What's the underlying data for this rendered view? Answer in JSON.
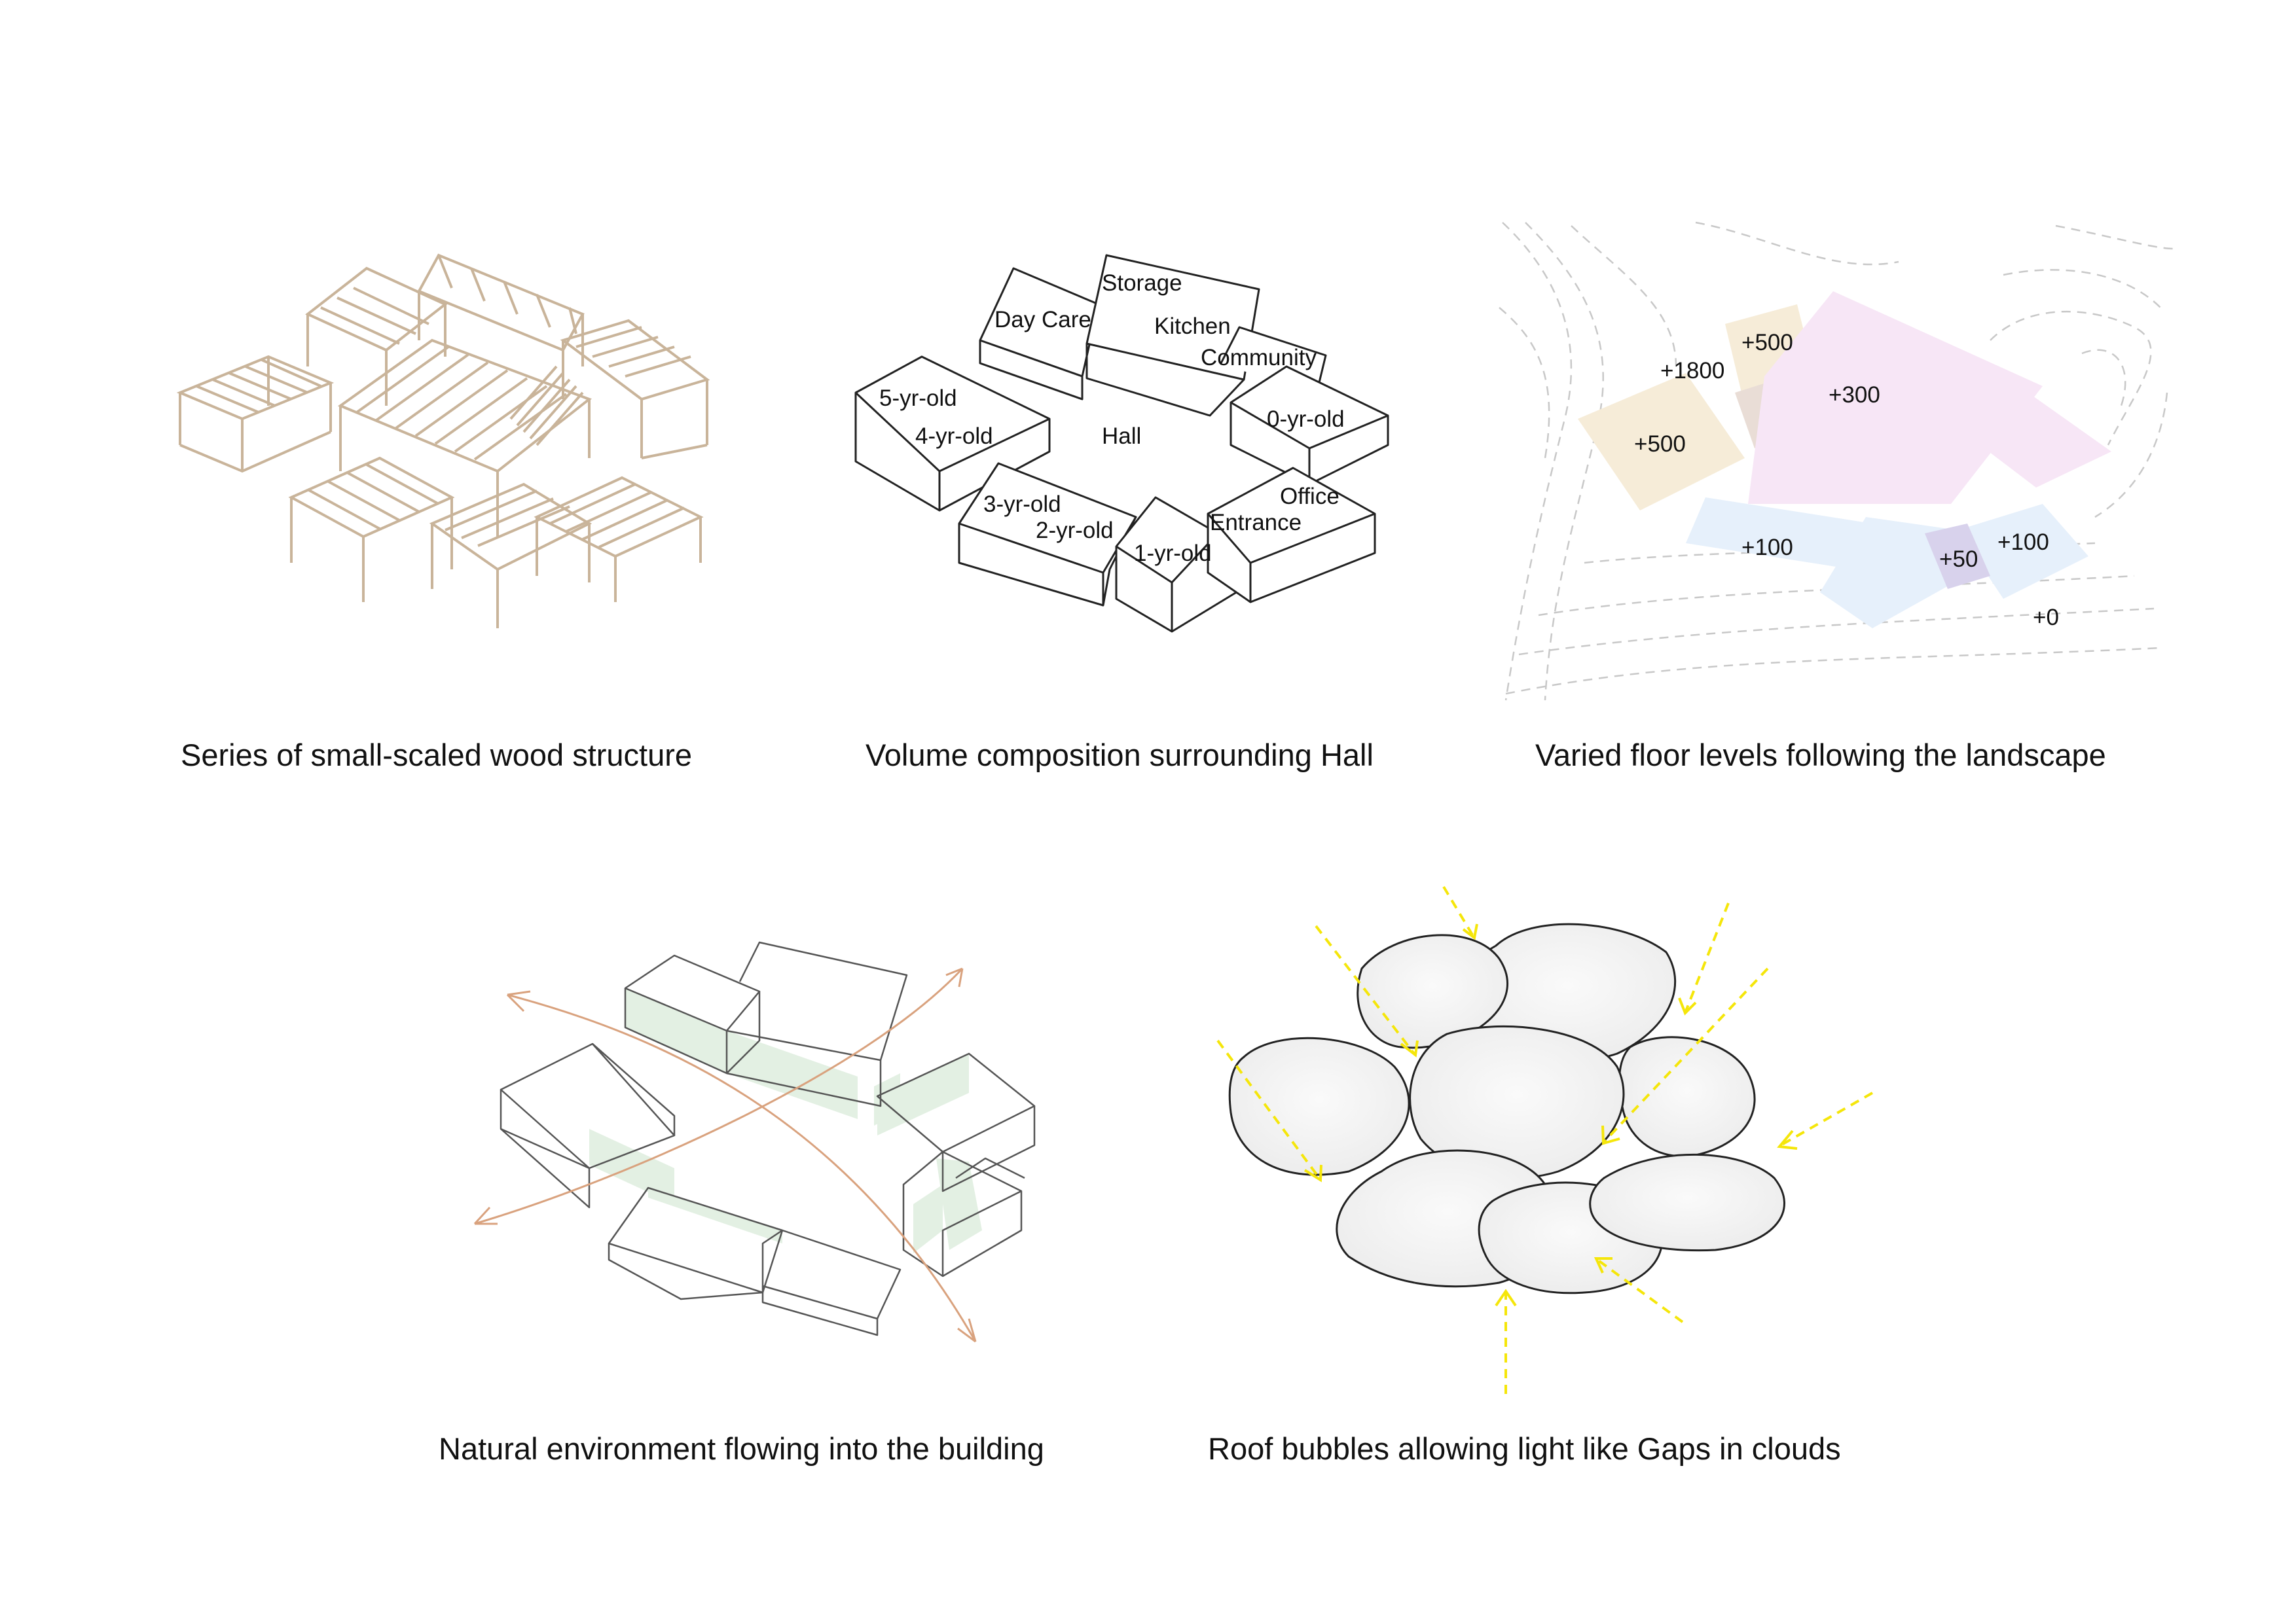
{
  "panels": {
    "wood": {
      "caption": "Series of small-scaled wood structure"
    },
    "volume": {
      "caption": "Volume composition surrounding Hall",
      "rooms": {
        "storage": "Storage",
        "day_care": "Day Care",
        "kitchen": "Kitchen",
        "community": "Community",
        "yr5": "5-yr-old",
        "yr4": "4-yr-old",
        "hall": "Hall",
        "yr0": "0-yr-old",
        "office": "Office",
        "yr3": "3-yr-old",
        "yr2": "2-yr-old",
        "entrance": "Entrance",
        "yr1": "1-yr-old"
      }
    },
    "levels": {
      "caption": "Varied floor levels following the landscape",
      "values": {
        "l1800": "+1800",
        "l500a": "+500",
        "l500b": "+500",
        "l300": "+300",
        "l100a": "+100",
        "l100b": "+100",
        "l50": "+50",
        "l0": "+0"
      }
    },
    "nature": {
      "caption": "Natural environment flowing into the building"
    },
    "roof": {
      "caption": "Roof bubbles allowing light like Gaps in clouds"
    }
  },
  "colors": {
    "wood": "#c9b49a",
    "line": "#222222",
    "flow_arrow": "#d9a27e",
    "green_wall": "#e3f0e3",
    "light_arrow": "#f5e60a",
    "bubble_fill": "#f2f2f2",
    "level_beige": "#f6ecd8",
    "level_pink": "#f7e6f6",
    "level_blue": "#e6f0fb",
    "level_purple": "#d8d2ec"
  }
}
